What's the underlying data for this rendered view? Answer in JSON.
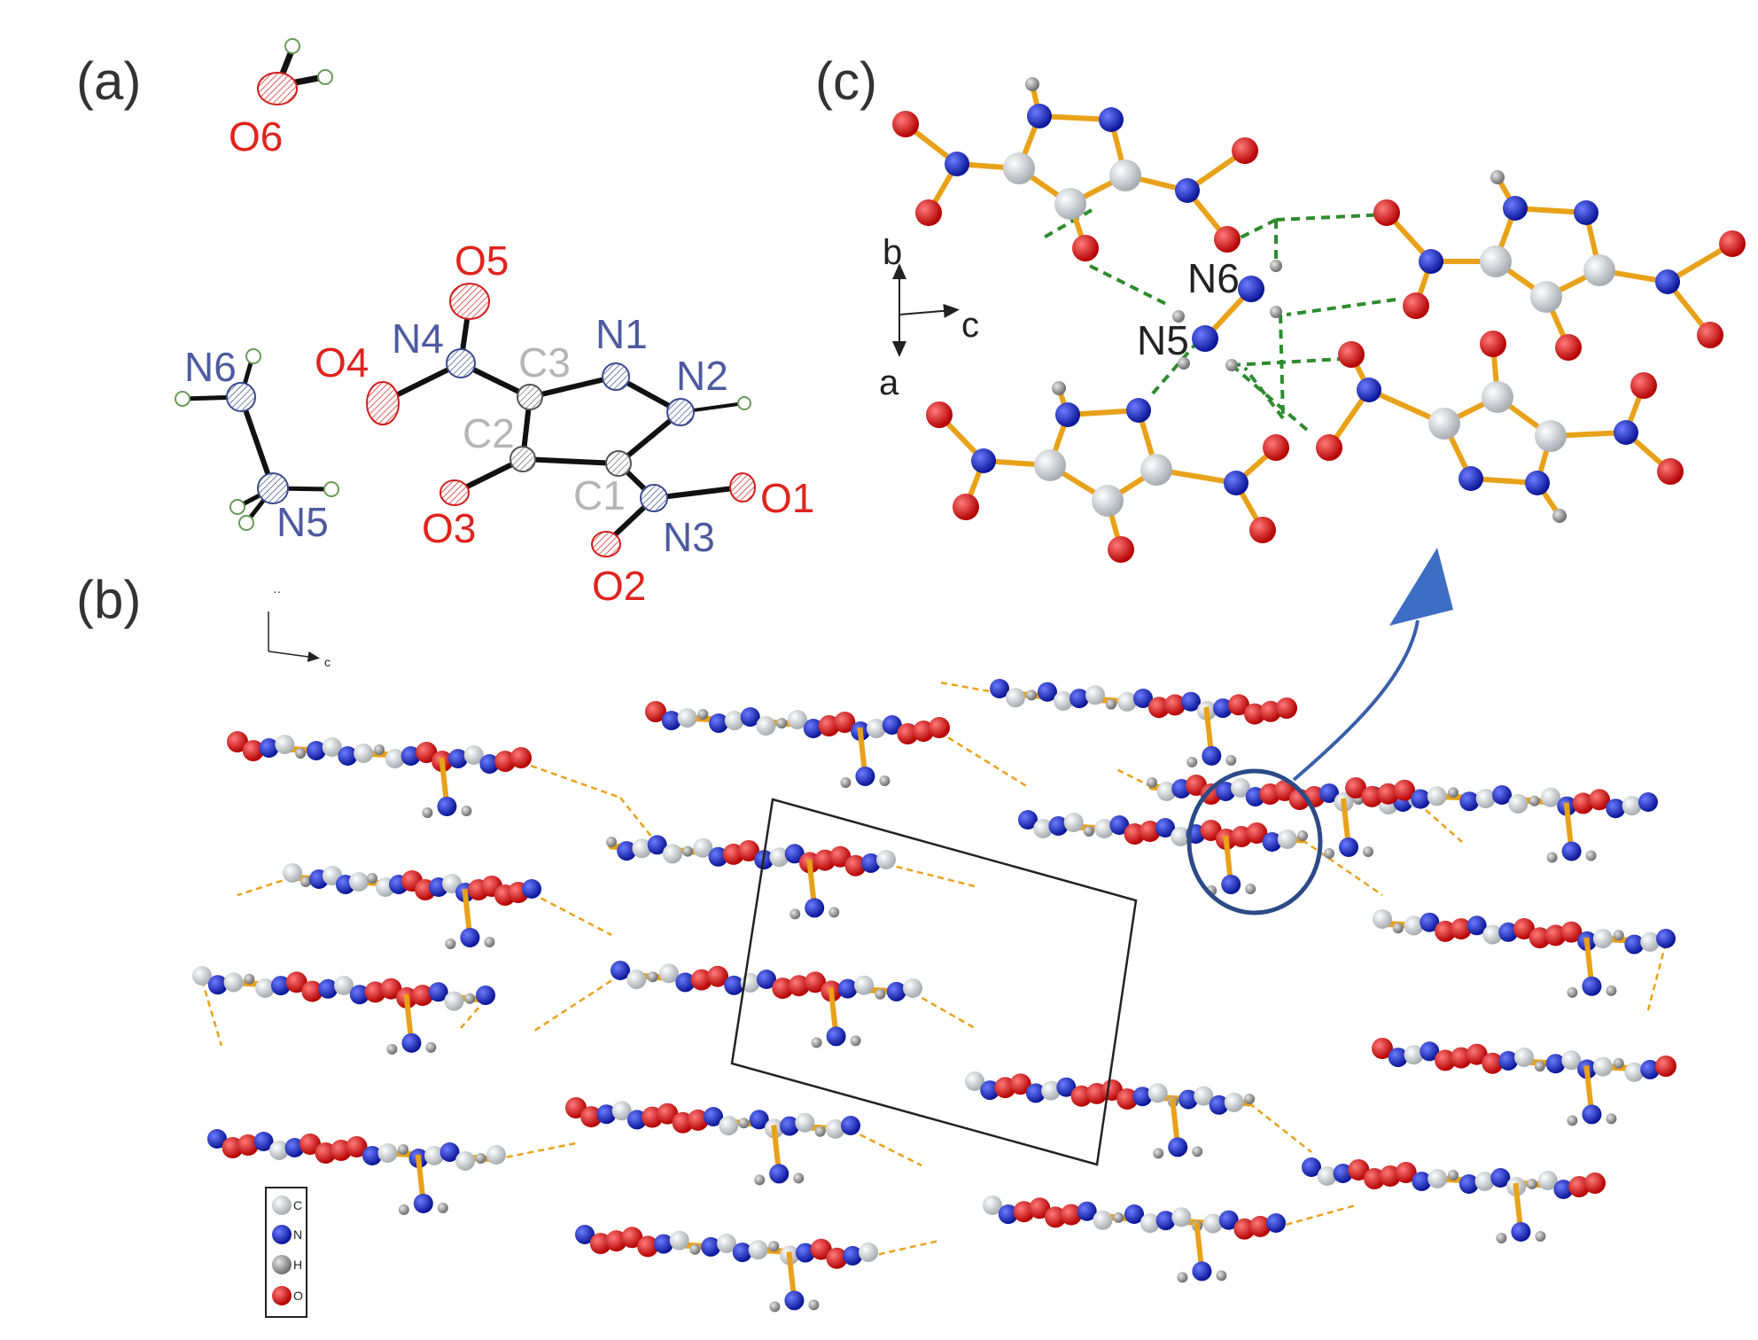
{
  "panels": {
    "a": "(a)",
    "b": "(b)",
    "c": "(c)"
  },
  "colors": {
    "oxygen_label": "#e0231e",
    "nitrogen_label": "#4e5aa0",
    "carbon_label": "#b5b5b5",
    "atom_C": "#cfd3d6",
    "atom_N": "#1326c8",
    "atom_O": "#e00d0d",
    "atom_H": "#8a8a8a",
    "bond": "#e8a21a",
    "hbond_packing": "#e8a21a",
    "hbond_detail": "#2e8b2e",
    "unit_cell": "#222222",
    "highlight": "#2b4a86"
  },
  "panel_a": {
    "labels": {
      "O6": "O6",
      "O5": "O5",
      "O4": "O4",
      "N4": "N4",
      "C3": "C3",
      "N1": "N1",
      "N2": "N2",
      "C2": "C2",
      "C1": "C1",
      "O3": "O3",
      "N3": "N3",
      "O1": "O1",
      "O2": "O2",
      "N6": "N6",
      "N5": "N5"
    }
  },
  "panel_b": {
    "axis_top": "··",
    "axis_right": "c",
    "legend": [
      "C",
      "N",
      "H",
      "O"
    ]
  },
  "panel_c": {
    "axis_b": "b",
    "axis_c": "c",
    "axis_a": "a",
    "label_N6": "N6",
    "label_N5": "N5"
  }
}
